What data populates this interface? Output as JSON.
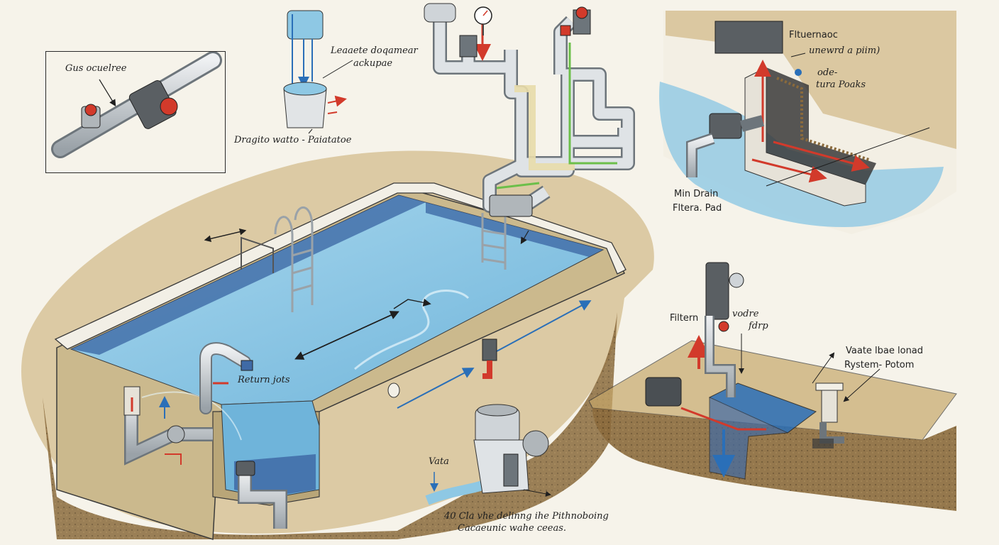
{
  "labels": {
    "gate_valve": "Gus ocuelree",
    "skimmer_top": "Leaaete doqamear",
    "skimmer_top2": "ackupae",
    "drain_valve": "Dragito watto - Paiatatoe",
    "filter_return_tr": "Fltuernaoc",
    "unused_plum": "unewrd a piim)",
    "side_ports": "ode-",
    "side_ports2": "tura Poaks",
    "main_drain_tr": "Min Drain",
    "filter_feed_tr": "Fltera. Pad",
    "filterm": "Filtern",
    "vadre": "vodre",
    "fdrp": "fdrp",
    "valve_bone": "Vaate lbae lonad",
    "system_poton": "Rystem- Potom",
    "return_jets": "Return jots",
    "vata": "Vata",
    "caption1": "40 Cla vhe delinng ihe Pithnoboing",
    "caption2": "Cacaeunic wahe ceeas."
  },
  "colors": {
    "water": "#8ec8e4",
    "water_deep": "#3f6aa6",
    "soil": "#8a6a3c",
    "wall": "#cbb98d",
    "pipe": "#cfd4d8",
    "accent_red": "#d23a2b",
    "accent_blue": "#2a6fb8",
    "accent_green": "#6cbf4a"
  }
}
